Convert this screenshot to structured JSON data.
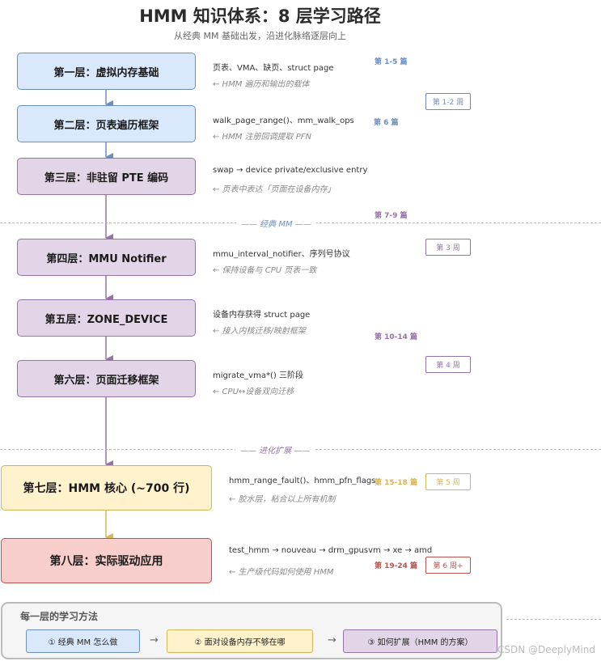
{
  "title": "HMM 知识体系：8 层学习路径",
  "subtitle": "从经典 MM 基础出发，沿进化脉络逐层向上",
  "sections": {
    "classic": "—— 经典 MM ——",
    "evolution": "—— 进化扩展 ——"
  },
  "colors": {
    "classic": "#6c8ebf",
    "bridge": "#9673a6",
    "core": "#d6b656",
    "app": "#b85450"
  },
  "layers": [
    {
      "label": "第一层：虚拟内存基础",
      "desc": "页表、VMA、缺页、struct page",
      "note": "← HMM 遍历和输出的载体"
    },
    {
      "label": "第二层：页表遍历框架",
      "desc": "walk_page_range()、mm_walk_ops",
      "note": "← HMM 注册回调提取 PFN"
    },
    {
      "label": "第三层：非驻留 PTE 编码",
      "desc": "swap → device private/exclusive entry",
      "note": "← 页表中表达「页面在设备内存」"
    },
    {
      "label": "第四层：MMU Notifier",
      "desc": "mmu_interval_notifier、序列号协议",
      "note": "← 保持设备与 CPU 页表一致"
    },
    {
      "label": "第五层：ZONE_DEVICE",
      "desc": "设备内存获得 struct page",
      "note": "← 接入内核迁移/映射框架"
    },
    {
      "label": "第六层：页面迁移框架",
      "desc": "migrate_vma*() 三阶段",
      "note": "← CPU↔设备双向迁移"
    },
    {
      "label": "第七层：HMM 核心 (~700 行)",
      "desc": "hmm_range_fault()、hmm_pfn_flags",
      "note": "← 胶水层，粘合以上所有机制"
    },
    {
      "label": "第八层：实际驱动应用",
      "desc": "test_hmm → nouveau → drm_gpusvm → xe → amd",
      "note": "← 生产级代码如何使用 HMM"
    }
  ],
  "articles": [
    {
      "label": "第 1-5 篇"
    },
    {
      "label": "第 6 篇"
    },
    {
      "label": "第 7-9 篇"
    },
    {
      "label": "第 10-14 篇"
    },
    {
      "label": "第 15-18 篇"
    },
    {
      "label": "第 19-24 篇"
    }
  ],
  "weeks": [
    {
      "label": "第 1-2 周"
    },
    {
      "label": "第 3 周"
    },
    {
      "label": "第 4 周"
    },
    {
      "label": "第 5 周"
    },
    {
      "label": "第 6 周+"
    }
  ],
  "method": {
    "title": "每一层的学习方法",
    "steps": [
      "① 经典 MM 怎么做",
      "② 面对设备内存不够在哪",
      "③ 如何扩展（HMM 的方案）"
    ],
    "arrow": "→"
  },
  "watermark": "CSDN @DeeplyMind"
}
